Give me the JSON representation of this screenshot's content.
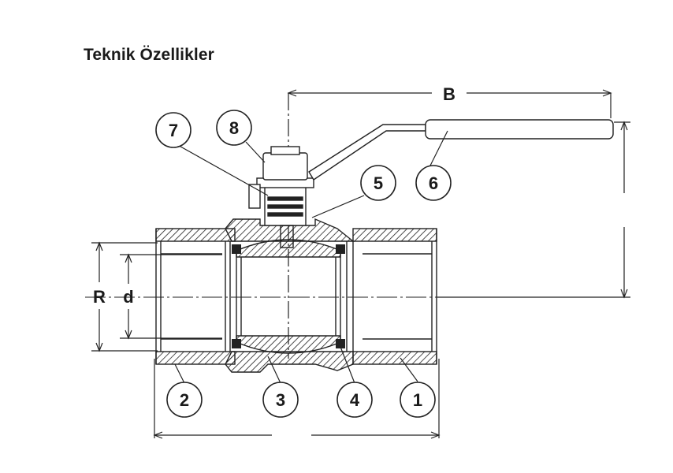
{
  "title": "Teknik Özellikler",
  "dimensions": {
    "B": "B",
    "R": "R",
    "d": "d"
  },
  "callouts": [
    "1",
    "2",
    "3",
    "4",
    "5",
    "6",
    "7",
    "8"
  ]
}
